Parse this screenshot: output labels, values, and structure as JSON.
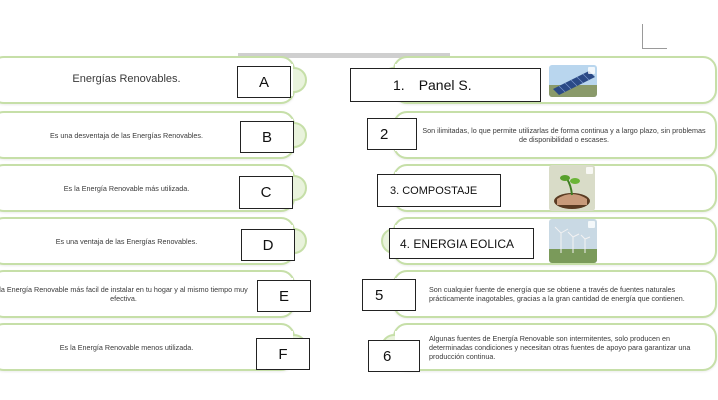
{
  "left_items": [
    {
      "text": "Energías Renovables.",
      "letter": "A"
    },
    {
      "text": "Es una desventaja de las Energías Renovables.",
      "letter": "B"
    },
    {
      "text": "Es la Energía Renovable más utilizada.",
      "letter": "C"
    },
    {
      "text": "Es una ventaja de las Energías Renovables.",
      "letter": "D"
    },
    {
      "text": "la Energía Renovable más facil de instalar en tu hogar y al mismo tiempo muy efectiva.",
      "letter": "E"
    },
    {
      "text": "Es la Energía Renovable menos utilizada.",
      "letter": "F"
    }
  ],
  "right_items": [
    {
      "number": "1.",
      "answer": "Panel S.",
      "text": "",
      "image": "solar-panel-image"
    },
    {
      "number": "2",
      "answer": "",
      "text": "Son ilimitadas, lo que permite utilizarlas de forma continua y a largo plazo, sin problemas de disponibilidad o escases.",
      "image": ""
    },
    {
      "number": "",
      "answer": "3. COMPOSTAJE",
      "text": "",
      "image": "plant-sprout-image"
    },
    {
      "number": "",
      "answer": "4. ENERGIA EOLICA",
      "text": "",
      "image": "wind-turbines-image"
    },
    {
      "number": "5",
      "answer": "",
      "text": "Son cualquier fuente de energía que se obtiene a través de fuentes naturales prácticamente inagotables, gracias a la gran cantidad de energía que contienen.",
      "image": ""
    },
    {
      "number": "6",
      "answer": "",
      "text": "Algunas fuentes de Energía Renovable son intermitentes, solo producen en determinadas condiciones y necesitan otras fuentes de apoyo para garantizar una producción continua.",
      "image": ""
    }
  ],
  "colors": {
    "card_border": "#c6dfa8",
    "bump_fill": "#e9f3dc"
  }
}
